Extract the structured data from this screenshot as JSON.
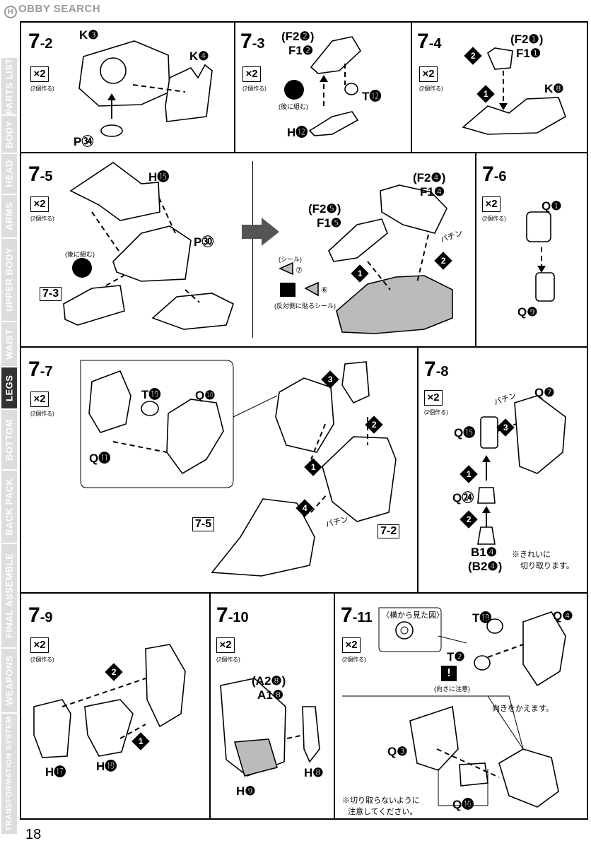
{
  "header": {
    "logo_mark": "H",
    "logo_text": "OBBY SEARCH"
  },
  "sidebar": {
    "items": [
      "PARTS LIST",
      "BODY",
      "HEAD",
      "ARMS",
      "UPPER BODY",
      "WAIST",
      "LEGS",
      "BOTTOM",
      "BACK PACK",
      "FINAL ASSEMBLE",
      "WEAPONS",
      "TRANSFORMATION SYSTEM"
    ],
    "active": "LEGS"
  },
  "common": {
    "x2": "×2",
    "make2": "(2個作る)",
    "assemble_later": "(後に組む)"
  },
  "step_7_2": {
    "num": "7",
    "sub": "-2",
    "k3": "K❸",
    "k4": "K❹",
    "p34": "P㉞"
  },
  "step_7_3": {
    "num": "7",
    "sub": "-3",
    "f2": "(F2❷)",
    "f1": "F1❷",
    "t12": "T⓬",
    "h12": "H⓬"
  },
  "step_7_4": {
    "num": "7",
    "sub": "-4",
    "f2": "(F2❶)",
    "f1": "F1❶",
    "k8": "K❽",
    "o1": "1",
    "o2": "2"
  },
  "step_7_5": {
    "num": "7",
    "sub": "-5",
    "h15": "H⓯",
    "p30": "P㉚",
    "ref73": "7-3",
    "f2b": "(F2❹)",
    "f1b": "F1❹",
    "f2a": "(F2❺)",
    "f1a": "F1❺",
    "seal": "(シール)",
    "seal7": "⑦",
    "seal6": "⑥",
    "opposite": "(反対側に貼るシール)",
    "snap": "パチン",
    "o1": "1",
    "o2": "2"
  },
  "step_7_6": {
    "num": "7",
    "sub": "-6",
    "q1": "Q❶",
    "q9": "Q❾"
  },
  "step_7_7": {
    "num": "7",
    "sub": "-7",
    "t19": "T⓳",
    "q10": "Q❿",
    "q11": "Q⓫",
    "ref75": "7-5",
    "ref72": "7-2",
    "snap": "パチン",
    "o1": "1",
    "o2": "2",
    "o3": "3",
    "o4": "4"
  },
  "step_7_8": {
    "num": "7",
    "sub": "-8",
    "q7": "Q❼",
    "q15": "Q⓯",
    "q24": "Q㉔",
    "b1": "B1❹",
    "b2": "(B2❹)",
    "cut_note_1": "※きれいに",
    "cut_note_2": "切り取ります。",
    "snap": "パチン",
    "o1": "1",
    "o2": "2",
    "o3": "3"
  },
  "step_7_9": {
    "num": "7",
    "sub": "-9",
    "h17": "H⓱",
    "h19": "H⓳",
    "o1": "1",
    "o2": "2"
  },
  "step_7_10": {
    "num": "7",
    "sub": "-10",
    "a2": "(A2❽)",
    "a1": "A1❽",
    "h8": "H❽",
    "h9": "H❾"
  },
  "step_7_11": {
    "num": "7",
    "sub": "-11",
    "side_view": "〈横から見た図〉",
    "t19": "T⓳",
    "q4": "Q❹",
    "t2": "T❷",
    "orient_note": "(向きに注意)",
    "rotate_note": "向きをかえます。",
    "q3": "Q❸",
    "q16": "Q⓰",
    "warn_1": "※切り取らないように",
    "warn_2": "注意してください。",
    "alert": "!"
  },
  "page_number": "18"
}
